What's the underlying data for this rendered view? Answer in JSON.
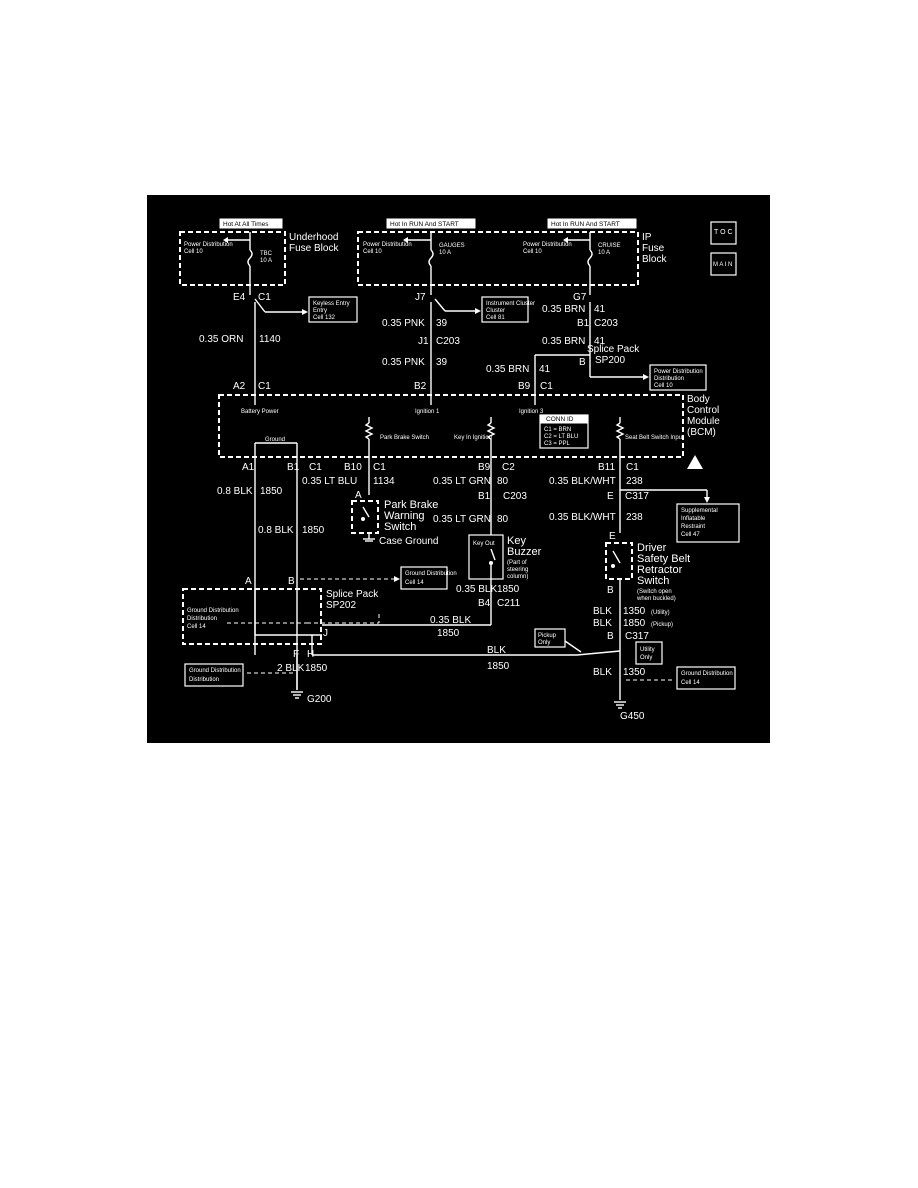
{
  "headers": {
    "hot_at_all_times": "Hot At All Times",
    "hot_run_start_1": "Hot In RUN And START",
    "hot_run_start_2": "Hot In RUN And START"
  },
  "nav": {
    "toc": "T O C",
    "main": "M A I N"
  },
  "underhood": {
    "label": "Underhood Fuse Block",
    "power_dist": "Power Distribution",
    "cell": "Cell 10",
    "fuse_name": "TBC",
    "fuse_rating": "10 A",
    "pin": "E4",
    "conn": "C1"
  },
  "ip_fuse": {
    "label": "IP Fuse Block",
    "power_dist_1": "Power Distribution",
    "cell_1": "Cell 10",
    "gauges": "GAUGES",
    "gauges_rating": "10 A",
    "power_dist_2": "Power Distribution",
    "cell_2": "Cell 10",
    "cruise": "CRUISE",
    "cruise_rating": "10 A",
    "pin_j7": "J7",
    "pin_g7": "G7"
  },
  "refs": {
    "keyless": "Keyless Entry",
    "keyless_cell": "Cell 132",
    "cluster": "Instrument Cluster",
    "cluster_cell": "Cell 81",
    "power_dist": "Power Distribution",
    "power_cell": "Cell 10",
    "sir": "Supplemental Inflatable Restraint",
    "sir_cell": "Cell 47",
    "ground_dist": "Ground Distribution",
    "ground_cell": "Cell 14"
  },
  "wires": {
    "orn": "0.35 ORN",
    "orn_num": "1140",
    "pnk": "0.35 PNK",
    "pnk_num": "39",
    "brn": "0.35 BRN",
    "brn_num": "41",
    "ltblu": "0.35 LT BLU",
    "ltblu_num": "1134",
    "ltgrn": "0.35 LT GRN",
    "ltgrn_num": "80",
    "blkwht": "0.35 BLK/WHT",
    "blkwht_num": "238",
    "blk08": "0.8 BLK",
    "blk_num": "1850",
    "blk035": "0.35 BLK",
    "blk": "BLK",
    "blk2": "2 BLK",
    "utility_num": "1350",
    "utility": "(Utility)",
    "pickup": "(Pickup)"
  },
  "connectors": {
    "c1": "C1",
    "c2": "C2",
    "c203": "C203",
    "c211": "C211",
    "c317": "C317",
    "j1": "J1",
    "b1": "B1",
    "b2": "B2",
    "b4": "B4",
    "b9": "B9",
    "b10": "B10",
    "b11": "B11",
    "a1": "A1",
    "a2": "A2",
    "a": "A",
    "b": "B",
    "e": "E",
    "f": "F",
    "h": "H",
    "j": "J"
  },
  "splice": {
    "sp200_1": "Splice Pack",
    "sp200_2": "SP200",
    "sp202_1": "Splice Pack",
    "sp202_2": "SP202"
  },
  "bcm": {
    "line1": "Body",
    "line2": "Control",
    "line3": "Module",
    "line4": "(BCM)",
    "battery_power": "Battery Power",
    "ignition1": "Ignition 1",
    "ignition3": "Ignition 3",
    "ground": "Ground",
    "park_brake": "Park Brake Switch",
    "key_in": "Key In Ignition",
    "seat_belt": "Seat Belt Switch Input",
    "conn_id": "CONN ID",
    "c1_color": "C1 = BRN",
    "c2_color": "C2 = LT BLU",
    "c3_color": "C3 = PPL"
  },
  "components": {
    "park_brake_1": "Park Brake",
    "park_brake_2": "Warning",
    "park_brake_3": "Switch",
    "case_ground": "Case Ground",
    "key_out": "Key Out",
    "buzzer_1": "Key",
    "buzzer_2": "Buzzer",
    "buzzer_3": "(Part of steering column)",
    "driver_1": "Driver",
    "driver_2": "Safety Belt",
    "driver_3": "Retractor",
    "driver_4": "Switch",
    "driver_5": "(Switch open when buckled)",
    "pickup_only": "Pickup Only",
    "utility_only": "Utility Only"
  },
  "grounds": {
    "g200": "G200",
    "g450": "G450"
  }
}
